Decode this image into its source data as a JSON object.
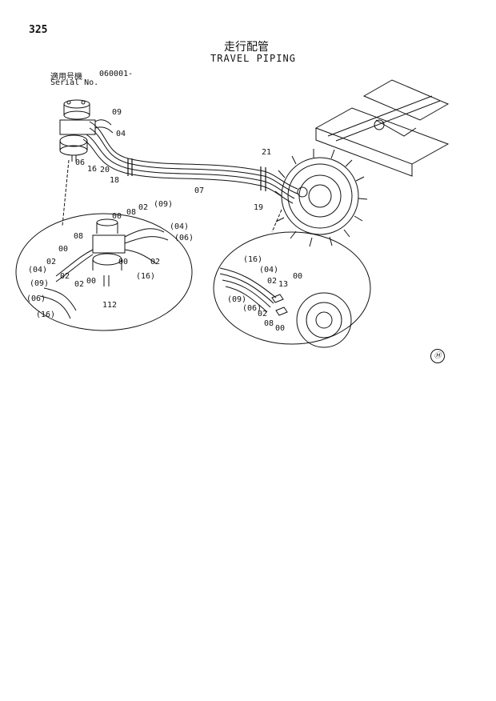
{
  "header": {
    "page_number": "325",
    "title_jp": "走行配管",
    "title_en": "TRAVEL PIPING",
    "serial_label_jp": "適用号機",
    "serial_value": "060001-",
    "serial_label_en": "Serial No."
  },
  "main_view": {
    "callouts": [
      "09",
      "04",
      "06",
      "16",
      "20",
      "18",
      "07",
      "21",
      "19"
    ]
  },
  "detail_left": {
    "callouts": [
      "00",
      "08",
      "02",
      "(09)",
      "08",
      "(04)",
      "(06)",
      "00",
      "02",
      "(04)",
      "02",
      "(09)",
      "00",
      "(06)",
      "02",
      "00",
      "(16)",
      "(16)",
      "112",
      "02",
      "00"
    ]
  },
  "detail_right": {
    "callouts": [
      "(16)",
      "(04)",
      "02",
      "13",
      "00",
      "(09)",
      "(06)",
      "02",
      "08",
      "00"
    ]
  },
  "corner_mark": "Ⓗ"
}
